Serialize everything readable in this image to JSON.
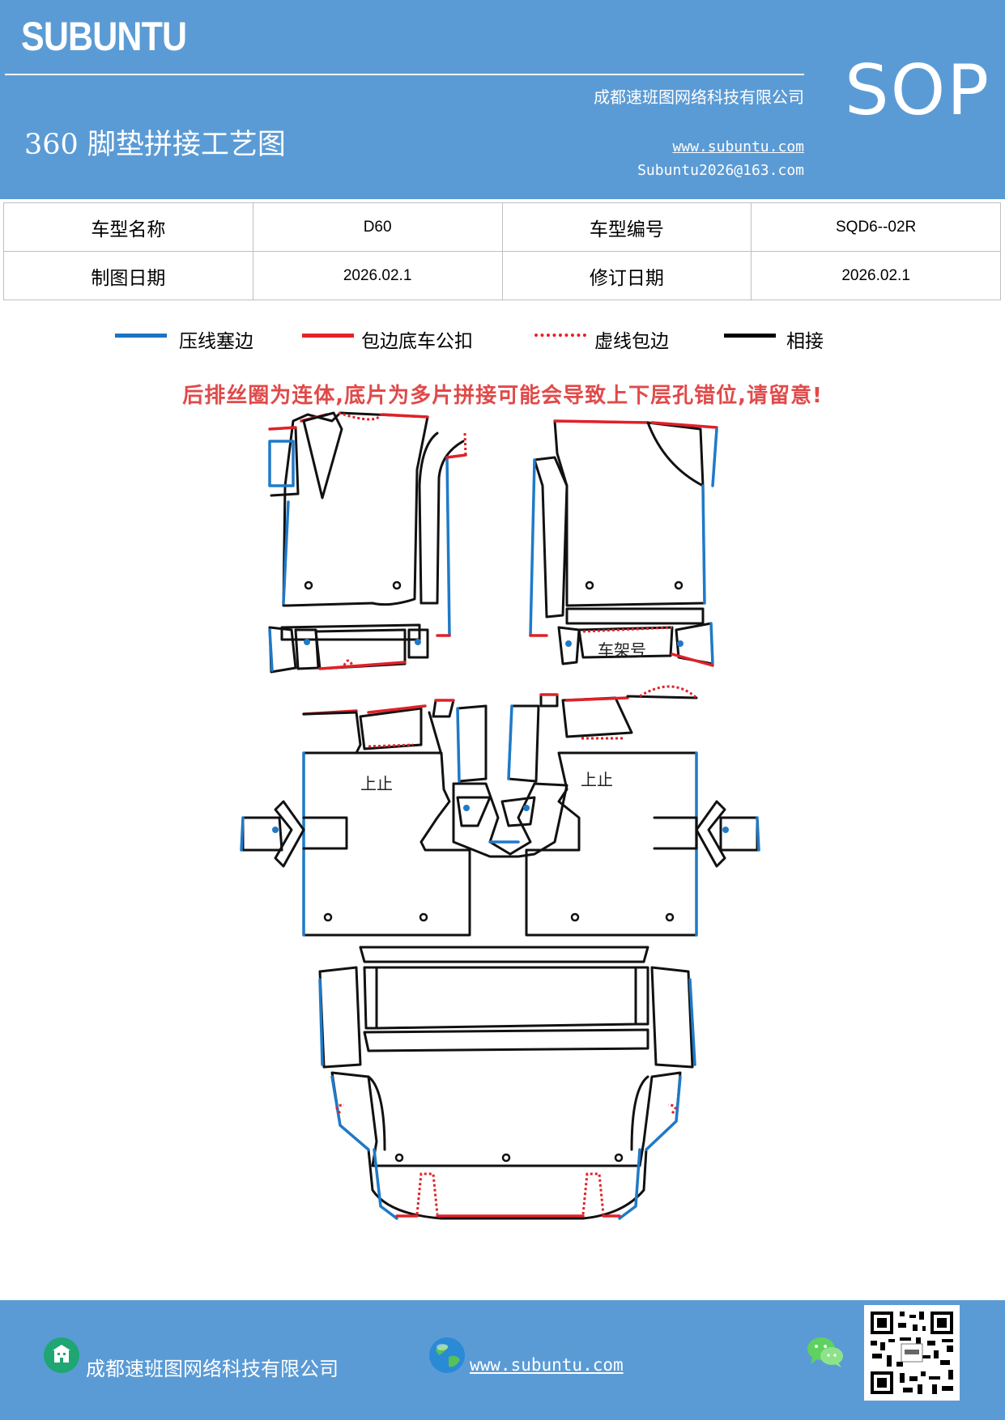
{
  "header": {
    "logo": "SUBUNTU",
    "company": "成都速班图网络科技有限公司",
    "title": "360 脚垫拼接工艺图",
    "website": "www.subuntu.com",
    "email": "Subuntu2026@163.com",
    "badge": "SOP"
  },
  "info_table": {
    "rows": [
      {
        "label1": "车型名称",
        "value1": "D60",
        "label2": "车型编号",
        "value2": "SQD6--02R"
      },
      {
        "label1": "制图日期",
        "value1": "2026.02.1",
        "label2": "修订日期",
        "value2": "2026.02.1"
      }
    ]
  },
  "legend": [
    {
      "label": "压线塞边",
      "color": "#1a73c5",
      "style": "solid"
    },
    {
      "label": "包边底车公扣",
      "color": "#e8202a",
      "style": "solid"
    },
    {
      "label": "虚线包边",
      "color": "#e8202a",
      "style": "dotted"
    },
    {
      "label": "相接",
      "color": "#000000",
      "style": "solid"
    }
  ],
  "warning": "后排丝圈为连体,底片为多片拼接可能会导致上下层孔错位,请留意!",
  "drawing_labels": {
    "frame_number": "车架号",
    "up_left": "上止",
    "up_right": "上止"
  },
  "footer": {
    "company": "成都速班图网络科技有限公司",
    "website": "www.subuntu.com"
  },
  "colors": {
    "header_bg": "#5b9bd5",
    "pressed_edge": "#1a73c5",
    "wrap_edge": "#e8202a",
    "joint": "#000000"
  }
}
